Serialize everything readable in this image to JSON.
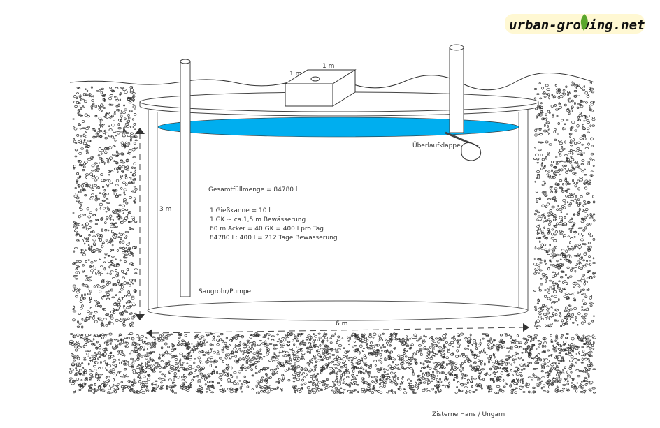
{
  "logo": {
    "text": "urban-growing.net"
  },
  "labels": {
    "box_width": "1 m",
    "box_depth": "1 m",
    "height": "3 m",
    "width": "6 m",
    "overflow": "Überlaufklappe",
    "pipe": "Saugrohr/Pumpe",
    "caption": "Zisterne Hans / Ungarn"
  },
  "calc": {
    "total": "Gesamtfüllmenge = 84780 l",
    "lines": [
      "1 Gießkanne = 10 l",
      "1 GK ~ ca.1,5 m Bewässerung",
      "60 m Acker = 40 GK = 400 l pro Tag",
      "84780 l : 400 l = 212 Tage Bewässerung"
    ]
  },
  "colors": {
    "water": "#00aeef",
    "leaf": "#5aa62a"
  }
}
